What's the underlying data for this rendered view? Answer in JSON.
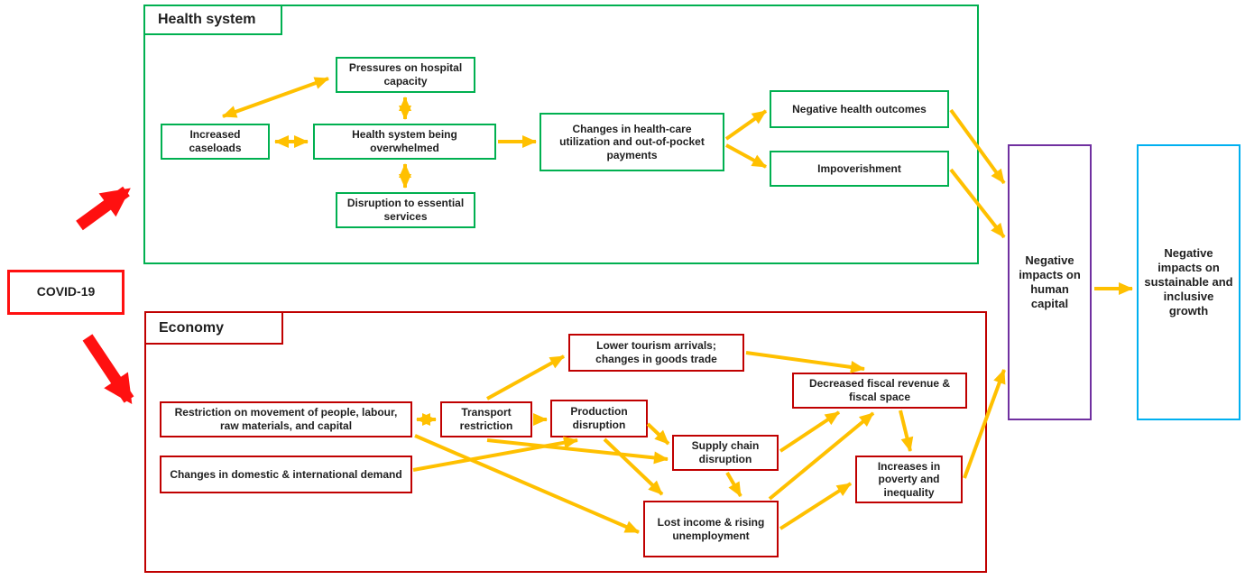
{
  "diagram": {
    "covid_label": "COVID-19",
    "health": {
      "title": "Health system",
      "nodes": {
        "increased_caseloads": "Increased caseloads",
        "pressures_hospital": "Pressures on hospital capacity",
        "overwhelmed": "Health system being overwhelmed",
        "disruption_services": "Disruption to essential services",
        "changes_healthcare": "Changes in health-care utilization and out-of-pocket payments",
        "negative_health": "Negative health outcomes",
        "impoverishment": "Impoverishment"
      }
    },
    "economy": {
      "title": "Economy",
      "nodes": {
        "restriction_movement": "Restriction on movement of people, labour, raw materials, and capital",
        "changes_demand": "Changes in domestic & international demand",
        "transport_restriction": "Transport restriction",
        "production_disruption": "Production disruption",
        "lower_tourism": "Lower tourism arrivals; changes in goods trade",
        "supply_chain": "Supply chain disruption",
        "decreased_fiscal": "Decreased fiscal revenue & fiscal space",
        "increases_poverty": "Increases in poverty and inequality",
        "lost_income": "Lost income & rising unemployment"
      }
    },
    "outcomes": {
      "human_capital": "Negative impacts on human capital",
      "inclusive_growth": "Negative impacts on sustainable and inclusive growth"
    },
    "colors": {
      "health_border": "#00B050",
      "economy_border": "#C00000",
      "covid_red": "#FF1010",
      "arrow_gold": "#FFC000",
      "human_capital_border": "#7030A0",
      "growth_border": "#00B0F0"
    }
  }
}
